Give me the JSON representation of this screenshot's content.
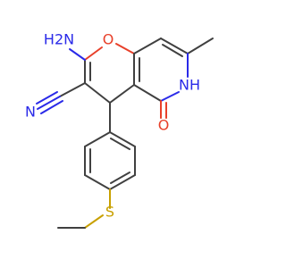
{
  "molecule": {
    "colors": {
      "carbon_bond": "#404040",
      "oxygen": "#e8402a",
      "nitrogen": "#2a2ae8",
      "sulfur": "#c8a000",
      "background": "#ffffff"
    },
    "labels": {
      "amine": "H2N",
      "ring_oxygen": "O",
      "nitrile_n": "N",
      "carbonyl_o": "O",
      "lactam_nh": "NH",
      "sulfur": "S"
    }
  }
}
